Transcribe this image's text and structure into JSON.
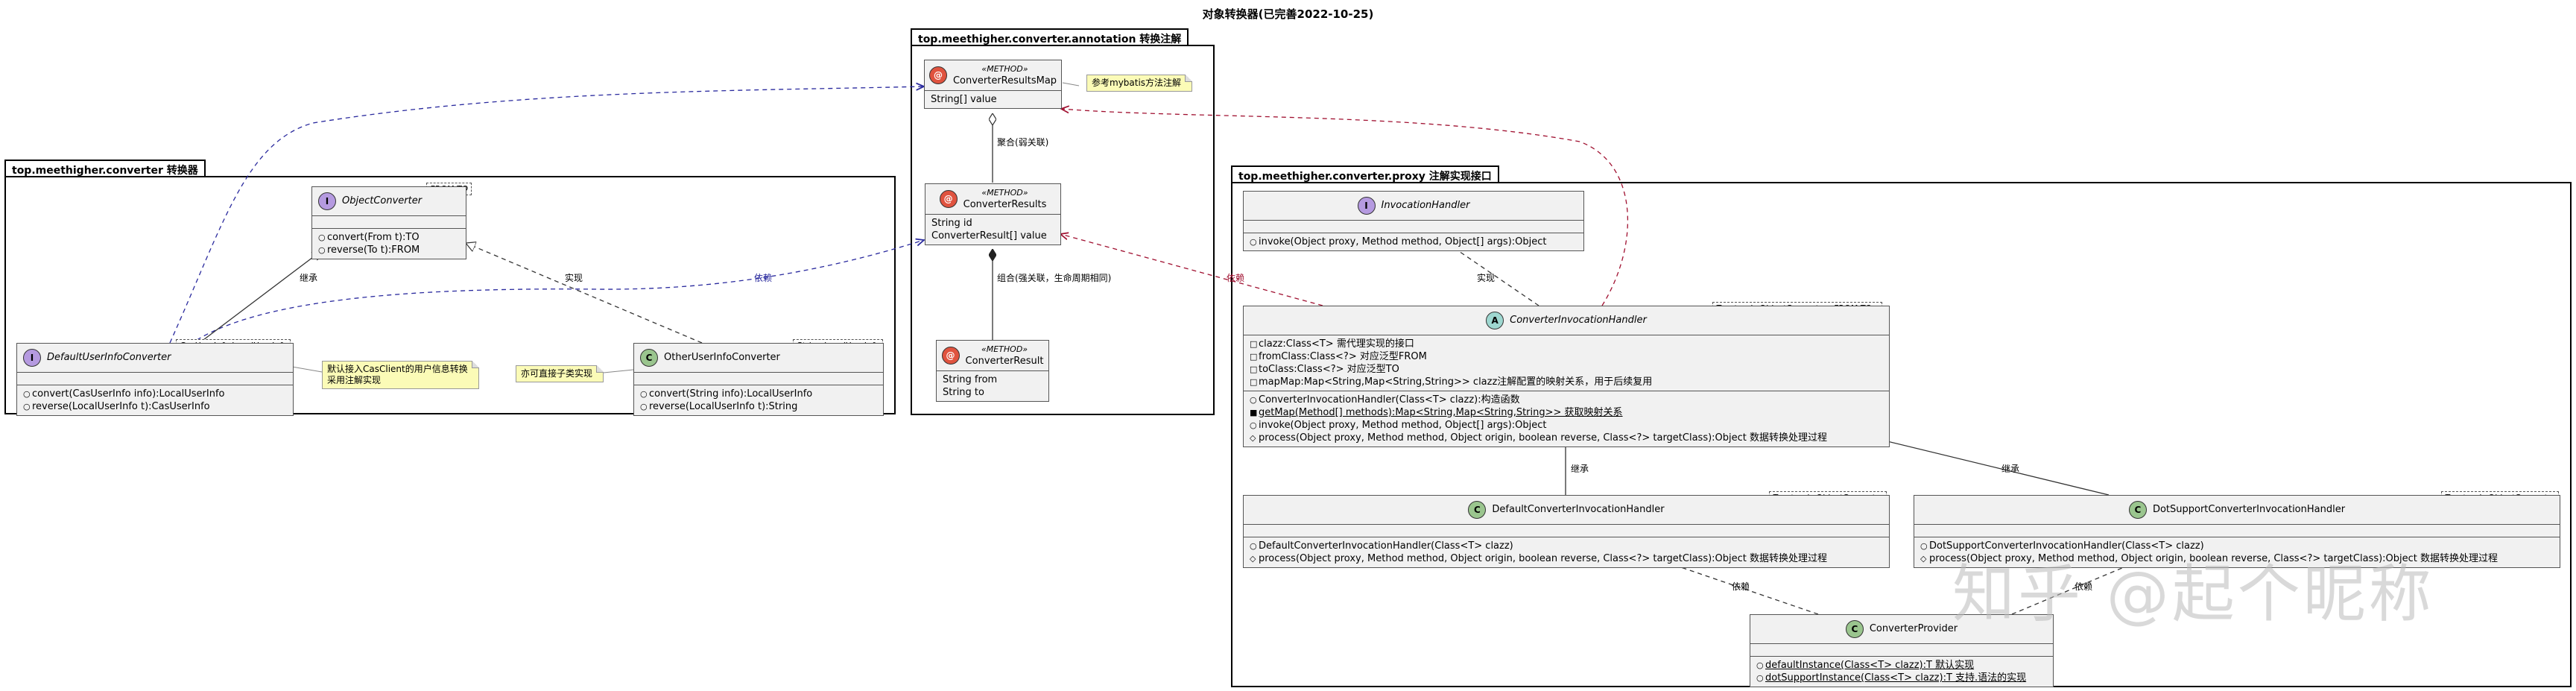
{
  "title": "对象转换器(已完善2022-10-25)",
  "packages": {
    "converter": "top.meethigher.converter 转换器",
    "annotation": "top.meethigher.converter.annotation 转换注解",
    "proxy": "top.meethigher.converter.proxy 注解实现接口"
  },
  "classes": {
    "converter_results_map": {
      "stereotype": "«METHOD»",
      "name": "ConverterResultsMap",
      "icon": "@",
      "fields": [
        "String[] value"
      ]
    },
    "converter_results": {
      "stereotype": "«METHOD»",
      "name": "ConverterResults",
      "icon": "@",
      "fields": [
        "String id",
        "ConverterResult[] value"
      ]
    },
    "converter_result": {
      "stereotype": "«METHOD»",
      "name": "ConverterResult",
      "icon": "@",
      "fields": [
        "String from",
        "String to"
      ]
    },
    "object_converter": {
      "name": "ObjectConverter",
      "icon": "I",
      "generic": "FROM,TO",
      "methods": [
        "convert(From t):TO",
        "reverse(To t):FROM"
      ]
    },
    "default_user_info_converter": {
      "name": "DefaultUserInfoConverter",
      "icon": "I",
      "generic": "CasUserInfo,LocalUserInfo",
      "methods": [
        "convert(CasUserInfo info):LocalUserInfo",
        "reverse(LocalUserInfo t):CasUserInfo"
      ]
    },
    "other_user_info_converter": {
      "name": "OtherUserInfoConverter",
      "icon": "C",
      "generic": "String,LocalUserInfo",
      "methods": [
        "convert(String info):LocalUserInfo",
        "reverse(LocalUserInfo t):String"
      ]
    },
    "invocation_handler": {
      "name": "InvocationHandler",
      "icon": "I",
      "methods": [
        "invoke(Object proxy, Method method, Object[] args):Object"
      ]
    },
    "converter_invocation_handler": {
      "name": "ConverterInvocationHandler",
      "icon": "A",
      "generic": "T extends ObjectConverter<FROM,TO>",
      "fields": [
        "clazz:Class<T> 需代理实现的接口",
        "fromClass:Class<?> 对应泛型FROM",
        "toClass:Class<?> 对应泛型TO",
        "mapMap:Map<String,Map<String,String>> clazz注解配置的映射关系，用于后续复用"
      ],
      "methods": [
        "ConverterInvocationHandler(Class<T> clazz):构造函数",
        "getMap(Method[] methods):Map<String,Map<String,String>> 获取映射关系",
        "invoke(Object proxy, Method method, Object[] args):Object",
        "process(Object proxy, Method method, Object origin, boolean reverse, Class<?> targetClass):Object 数据转换处理过程"
      ]
    },
    "default_converter_invocation_handler": {
      "name": "DefaultConverterInvocationHandler",
      "icon": "C",
      "generic": "T extends ObjectConverter",
      "methods": [
        "DefaultConverterInvocationHandler(Class<T> clazz)",
        "process(Object proxy, Method method, Object origin, boolean reverse, Class<?> targetClass):Object 数据转换处理过程"
      ]
    },
    "dot_support_converter_invocation_handler": {
      "name": "DotSupportConverterInvocationHandler",
      "icon": "C",
      "generic": "T extends ObjectConverter",
      "methods": [
        "DotSupportConverterInvocationHandler(Class<T> clazz)",
        "process(Object proxy, Method method, Object origin, boolean reverse, Class<?> targetClass):Object 数据转换处理过程"
      ]
    },
    "converter_provider": {
      "name": "ConverterProvider",
      "icon": "C",
      "methods": [
        "defaultInstance(Class<T> clazz):T 默认实现",
        "dotSupportInstance(Class<T> clazz):T 支持.语法的实现"
      ]
    }
  },
  "notes": {
    "mybatis": "参考mybatis方法注解",
    "cas_line1": "默认接入CasClient的用户信息转换",
    "cas_line2": "采用注解实现",
    "direct": "亦可直接子类实现"
  },
  "labels": {
    "aggregation": "聚合(弱关联)",
    "composition": "组合(强关联，生命周期相同)",
    "inherit": "继承",
    "implement": "实现",
    "depend": "依赖"
  },
  "watermark": "知乎 @起个昵称"
}
